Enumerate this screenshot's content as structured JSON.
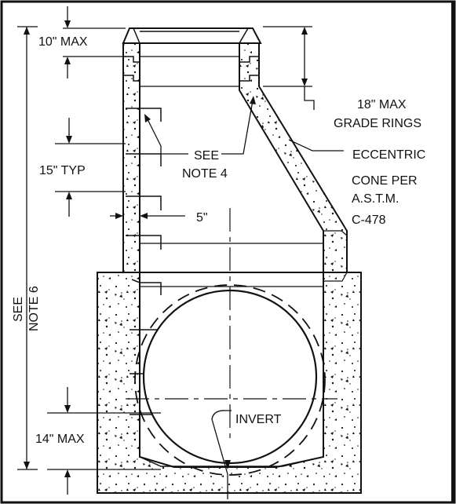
{
  "labels": {
    "ten_max": "10\" MAX",
    "fifteen_typ": "15\" TYP",
    "five_in": "5\"",
    "fourteen_max": "14\" MAX",
    "see_note4_line1": "SEE",
    "see_note4_line2": "NOTE 4",
    "see_note6_line1": "SEE",
    "see_note6_line2": "NOTE 6",
    "eighteen_max": "18\" MAX",
    "grade_rings": "GRADE RINGS",
    "eccentric_line1": "ECCENTRIC",
    "eccentric_line2": "CONE PER",
    "eccentric_line3": "A.S.T.M.",
    "eccentric_line4": "C-478",
    "invert": "INVERT"
  },
  "colors": {
    "ink": "#111111",
    "paper": "#ffffff"
  }
}
